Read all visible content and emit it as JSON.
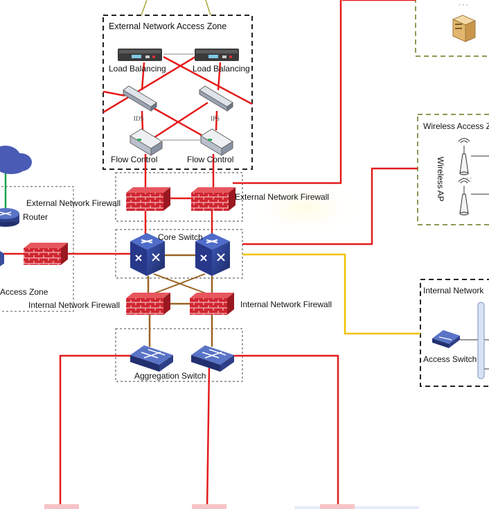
{
  "zones": {
    "external_access": "External Network Access Zone",
    "access_left": "Access Zone",
    "wireless": "Wireless Access Z",
    "internal": "Internal Network"
  },
  "devices": {
    "load_balancing_1": "Load Balancing",
    "load_balancing_2": "Load Balancing",
    "ids": "IDS",
    "ips": "IPS",
    "flow_control_1": "Flow Control",
    "flow_control_2": "Flow Control",
    "ext_firewall_left": "External Network Firewall",
    "ext_firewall_right": "External Network Firewall",
    "router": "Router",
    "core_switch": "Core Switch",
    "int_firewall_left": "Internal Network Firewall",
    "int_firewall_right": "Internal Network Firewall",
    "aggregation_switch": "Aggregation Switch",
    "wireless_ap": "Wireless AP",
    "access_switch": "Access Switch",
    "server_dots": "· · ·",
    "ap_dots": "· · ·"
  },
  "colors": {
    "red_link": "#e41b1b",
    "yellow_link": "#f2c100",
    "brown_link": "#9a6324",
    "green_link": "#1aa34a",
    "zone_dash": "#222222",
    "zone_green": "#8a9a52",
    "firewall": "#c8202a",
    "switch_blue": "#2b3d8c"
  }
}
